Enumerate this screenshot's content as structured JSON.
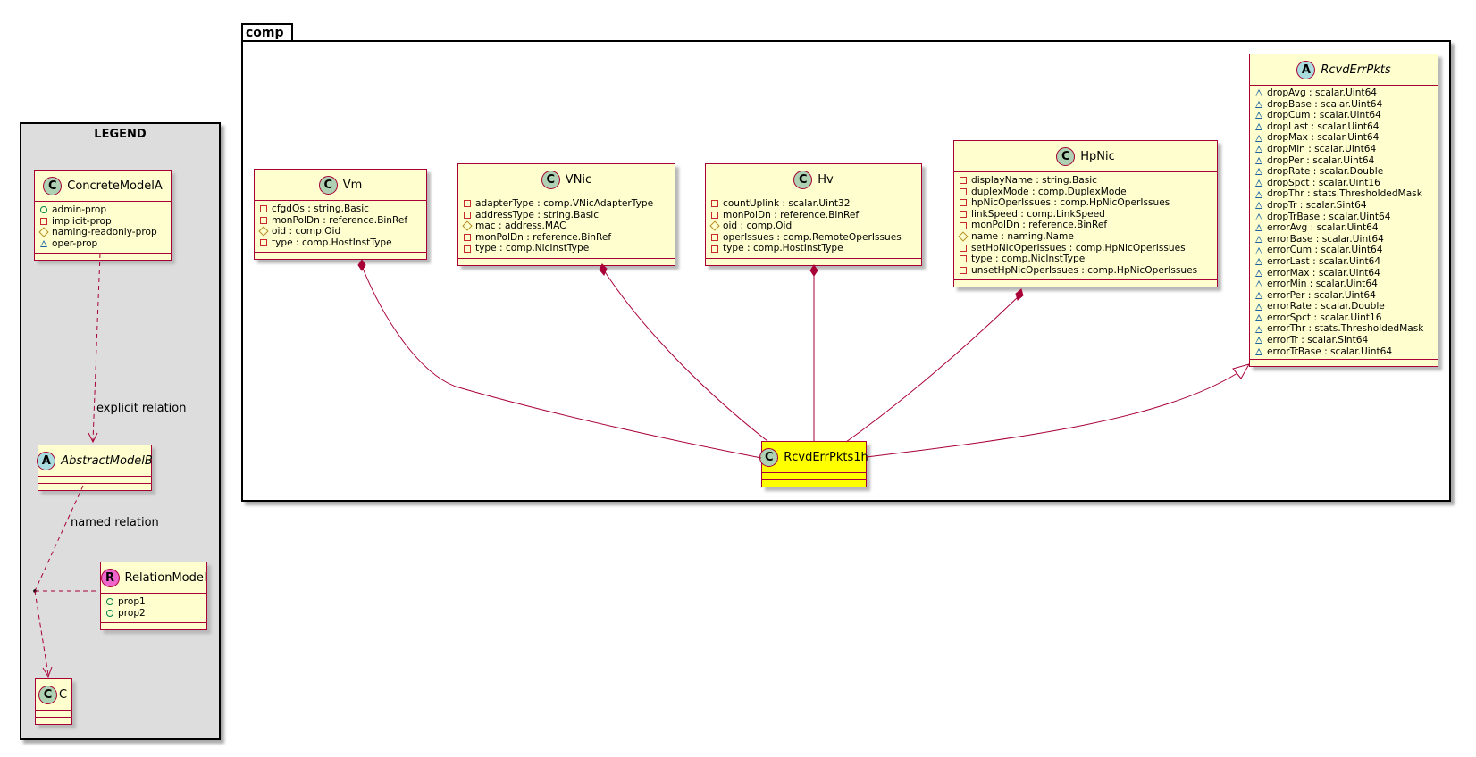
{
  "legend": {
    "title": "LEGEND",
    "concrete": {
      "name": "ConcreteModelA",
      "badge": "C",
      "attrs": [
        {
          "vis": "pub",
          "text": "admin-prop"
        },
        {
          "vis": "priv",
          "text": "implicit-prop"
        },
        {
          "vis": "prot",
          "text": "naming-readonly-prop"
        },
        {
          "vis": "pkg",
          "text": "oper-prop"
        }
      ]
    },
    "abstract": {
      "name": "AbstractModelB",
      "badge": "A"
    },
    "relation": {
      "name": "RelationModel",
      "badge": "R",
      "attrs": [
        {
          "vis": "pub",
          "text": "prop1"
        },
        {
          "vis": "pub",
          "text": "prop2"
        }
      ]
    },
    "c": {
      "name": "C",
      "badge": "C"
    },
    "explicit_label": "explicit relation",
    "named_label": "named relation"
  },
  "package": {
    "name": "comp"
  },
  "classes": {
    "vm": {
      "name": "Vm",
      "badge": "C",
      "attrs": [
        {
          "vis": "priv",
          "text": "cfgdOs : string.Basic"
        },
        {
          "vis": "priv",
          "text": "monPolDn : reference.BinRef"
        },
        {
          "vis": "prot",
          "text": "oid : comp.Oid"
        },
        {
          "vis": "priv",
          "text": "type : comp.HostInstType"
        }
      ]
    },
    "vnic": {
      "name": "VNic",
      "badge": "C",
      "attrs": [
        {
          "vis": "priv",
          "text": "adapterType : comp.VNicAdapterType"
        },
        {
          "vis": "priv",
          "text": "addressType : string.Basic"
        },
        {
          "vis": "prot",
          "text": "mac : address.MAC"
        },
        {
          "vis": "priv",
          "text": "monPolDn : reference.BinRef"
        },
        {
          "vis": "priv",
          "text": "type : comp.NicInstType"
        }
      ]
    },
    "hv": {
      "name": "Hv",
      "badge": "C",
      "attrs": [
        {
          "vis": "priv",
          "text": "countUplink : scalar.Uint32"
        },
        {
          "vis": "priv",
          "text": "monPolDn : reference.BinRef"
        },
        {
          "vis": "prot",
          "text": "oid : comp.Oid"
        },
        {
          "vis": "priv",
          "text": "operIssues : comp.RemoteOperIssues"
        },
        {
          "vis": "priv",
          "text": "type : comp.HostInstType"
        }
      ]
    },
    "hpnic": {
      "name": "HpNic",
      "badge": "C",
      "attrs": [
        {
          "vis": "priv",
          "text": "displayName : string.Basic"
        },
        {
          "vis": "priv",
          "text": "duplexMode : comp.DuplexMode"
        },
        {
          "vis": "priv",
          "text": "hpNicOperIssues : comp.HpNicOperIssues"
        },
        {
          "vis": "priv",
          "text": "linkSpeed : comp.LinkSpeed"
        },
        {
          "vis": "priv",
          "text": "monPolDn : reference.BinRef"
        },
        {
          "vis": "prot",
          "text": "name : naming.Name"
        },
        {
          "vis": "priv",
          "text": "setHpNicOperIssues : comp.HpNicOperIssues"
        },
        {
          "vis": "priv",
          "text": "type : comp.NicInstType"
        },
        {
          "vis": "priv",
          "text": "unsetHpNicOperIssues : comp.HpNicOperIssues"
        }
      ]
    },
    "rcvd": {
      "name": "RcvdErrPkts",
      "badge": "A",
      "attrs": [
        {
          "vis": "pkg",
          "text": "dropAvg : scalar.Uint64"
        },
        {
          "vis": "pkg",
          "text": "dropBase : scalar.Uint64"
        },
        {
          "vis": "pkg",
          "text": "dropCum : scalar.Uint64"
        },
        {
          "vis": "pkg",
          "text": "dropLast : scalar.Uint64"
        },
        {
          "vis": "pkg",
          "text": "dropMax : scalar.Uint64"
        },
        {
          "vis": "pkg",
          "text": "dropMin : scalar.Uint64"
        },
        {
          "vis": "pkg",
          "text": "dropPer : scalar.Uint64"
        },
        {
          "vis": "pkg",
          "text": "dropRate : scalar.Double"
        },
        {
          "vis": "pkg",
          "text": "dropSpct : scalar.Uint16"
        },
        {
          "vis": "pkg",
          "text": "dropThr : stats.ThresholdedMask"
        },
        {
          "vis": "pkg",
          "text": "dropTr : scalar.Sint64"
        },
        {
          "vis": "pkg",
          "text": "dropTrBase : scalar.Uint64"
        },
        {
          "vis": "pkg",
          "text": "errorAvg : scalar.Uint64"
        },
        {
          "vis": "pkg",
          "text": "errorBase : scalar.Uint64"
        },
        {
          "vis": "pkg",
          "text": "errorCum : scalar.Uint64"
        },
        {
          "vis": "pkg",
          "text": "errorLast : scalar.Uint64"
        },
        {
          "vis": "pkg",
          "text": "errorMax : scalar.Uint64"
        },
        {
          "vis": "pkg",
          "text": "errorMin : scalar.Uint64"
        },
        {
          "vis": "pkg",
          "text": "errorPer : scalar.Uint64"
        },
        {
          "vis": "pkg",
          "text": "errorRate : scalar.Double"
        },
        {
          "vis": "pkg",
          "text": "errorSpct : scalar.Uint16"
        },
        {
          "vis": "pkg",
          "text": "errorThr : stats.ThresholdedMask"
        },
        {
          "vis": "pkg",
          "text": "errorTr : scalar.Sint64"
        },
        {
          "vis": "pkg",
          "text": "errorTrBase : scalar.Uint64"
        }
      ]
    },
    "rcvd1h": {
      "name": "RcvdErrPkts1h",
      "badge": "C"
    }
  },
  "colors": {
    "class_fill": "#fefece",
    "class_border": "#a80036",
    "highlight_fill": "#ffff00",
    "legend_fill": "#dddddd"
  }
}
